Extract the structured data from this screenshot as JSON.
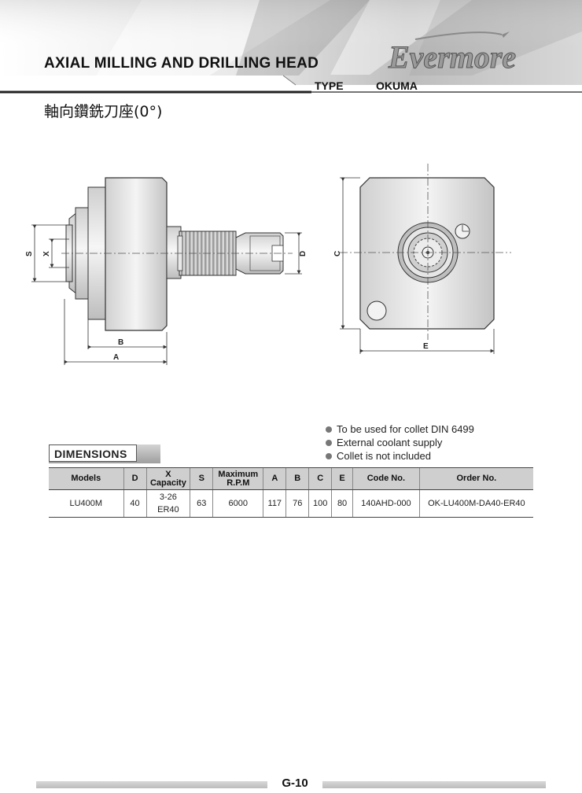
{
  "header": {
    "title": "AXIAL MILLING AND DRILLING HEAD",
    "brand": "Evermore",
    "type_label": "TYPE",
    "type_value": "OKUMA",
    "subtitle": "軸向鑽銑刀座(0°)"
  },
  "drawing": {
    "side_view_labels": {
      "s": "S",
      "x": "X",
      "d": "D",
      "a": "A",
      "b": "B"
    },
    "front_view_labels": {
      "c": "C",
      "e": "E"
    }
  },
  "notes": [
    "To be used for collet DIN 6499",
    "External coolant supply",
    "Collet is not included"
  ],
  "dimensions": {
    "label": "DIMENSIONS",
    "headers": {
      "models": "Models",
      "d": "D",
      "x_line1": "X",
      "x_line2": "Capacity",
      "s": "S",
      "rpm_line1": "Maximum",
      "rpm_line2": "R.P.M",
      "a": "A",
      "b": "B",
      "c": "C",
      "e": "E",
      "code": "Code No.",
      "order": "Order No."
    },
    "row": {
      "models": "LU400M",
      "d": "40",
      "x_line1": "3-26",
      "x_line2": "ER40",
      "s": "63",
      "rpm": "6000",
      "a": "117",
      "b": "76",
      "c": "100",
      "e": "80",
      "code": "140AHD-000",
      "order": "OK-LU400M-DA40-ER40"
    }
  },
  "footer": {
    "page": "G-10"
  }
}
